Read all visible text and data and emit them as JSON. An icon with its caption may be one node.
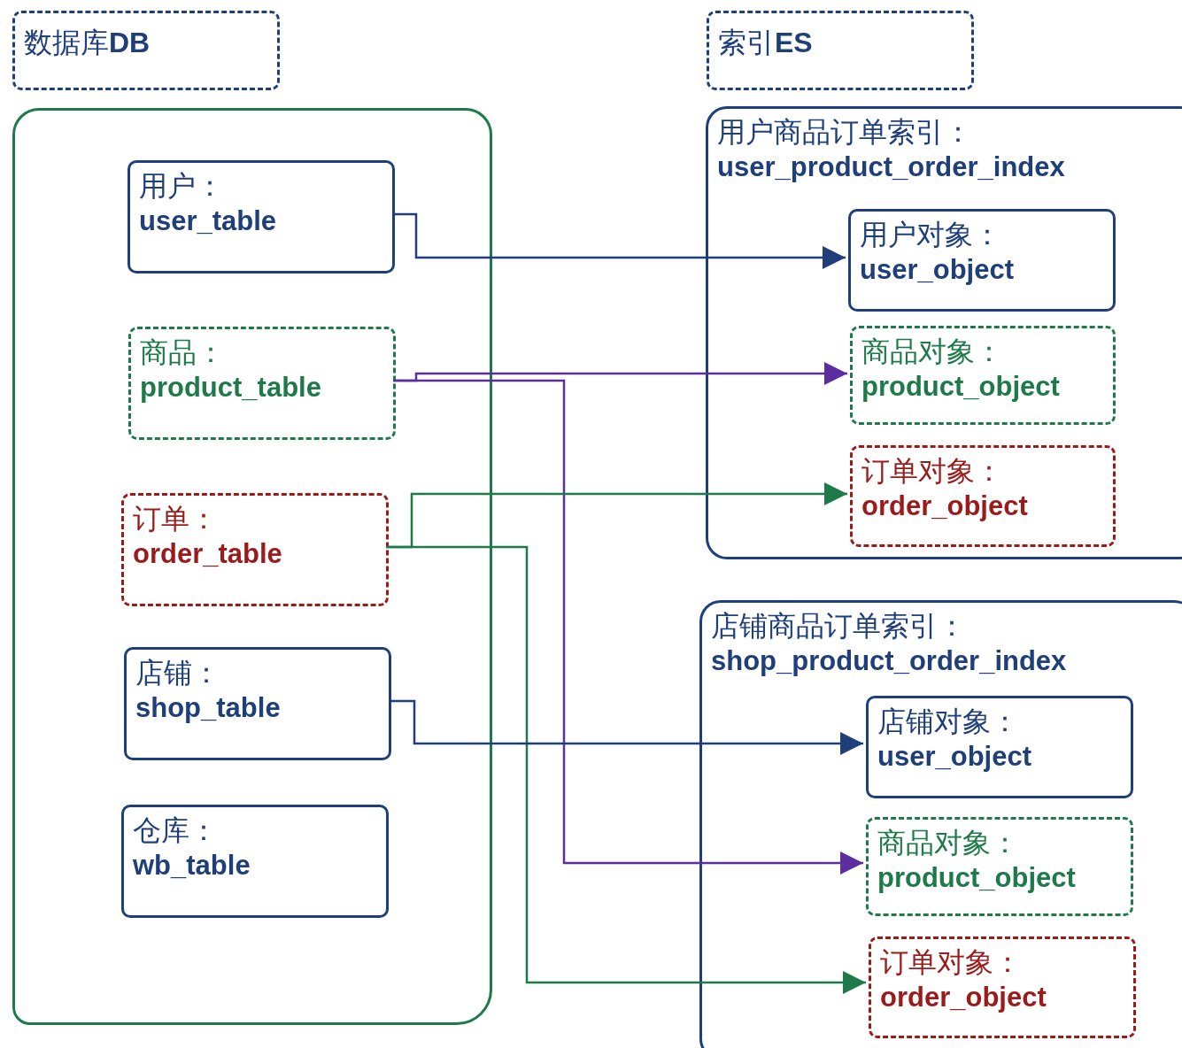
{
  "diagram": {
    "nodes": [
      {
        "text": [
          "数据库**DB**"
        ]
      },
      {
        "text": [
          "索引**ES**"
        ]
      },
      {
        "text": [],
        "shape": "box"
      },
      {
        "text": [
          "用户：",
          "user_table"
        ],
        "in": 2
      },
      {
        "text": [
          "商品：",
          "product_table"
        ],
        "in": 2
      },
      {
        "text": [
          "订单：",
          "order_table"
        ],
        "in": 2
      },
      {
        "text": [
          "店铺：",
          "shop_table"
        ],
        "in": 2
      },
      {
        "text": [
          "仓库：",
          "wb_table"
        ],
        "in": 2
      },
      {
        "text": [
          "用户商品订单索引：",
          "user_product_order_index"
        ]
      },
      {
        "text": [
          "用户对象：",
          "user_object"
        ],
        "in": 8
      },
      {
        "text": [
          "商品对象：",
          "product_object"
        ],
        "in": 8
      },
      {
        "text": [
          "订单对象：",
          "order_object"
        ],
        "in": 8
      },
      {
        "text": [
          "店铺商品订单索引：",
          "shop_product_order_index"
        ]
      },
      {
        "text": [
          "店铺对象：",
          "user_object"
        ],
        "in": 12
      },
      {
        "text": [
          "商品对象：",
          "product_object"
        ],
        "in": 12
      },
      {
        "text": [
          "订单对象：",
          "order_object"
        ],
        "in": 12
      }
    ],
    "edges": [
      {
        "from": 3,
        "to": 9,
        "arrow": "to",
        "color": "#1f3f7a"
      },
      {
        "from": 4,
        "to": 10,
        "arrow": "to",
        "color": "#5b2d9e"
      },
      {
        "from": 4,
        "to": 14,
        "arrow": "to",
        "color": "#5b2d9e"
      },
      {
        "from": 5,
        "to": 11,
        "arrow": "to",
        "color": "#1f7a4a"
      },
      {
        "from": 5,
        "to": 15,
        "arrow": "to",
        "color": "#1f7a4a"
      },
      {
        "from": 6,
        "to": 13,
        "arrow": "to",
        "color": "#1f3f7a"
      }
    ]
  }
}
